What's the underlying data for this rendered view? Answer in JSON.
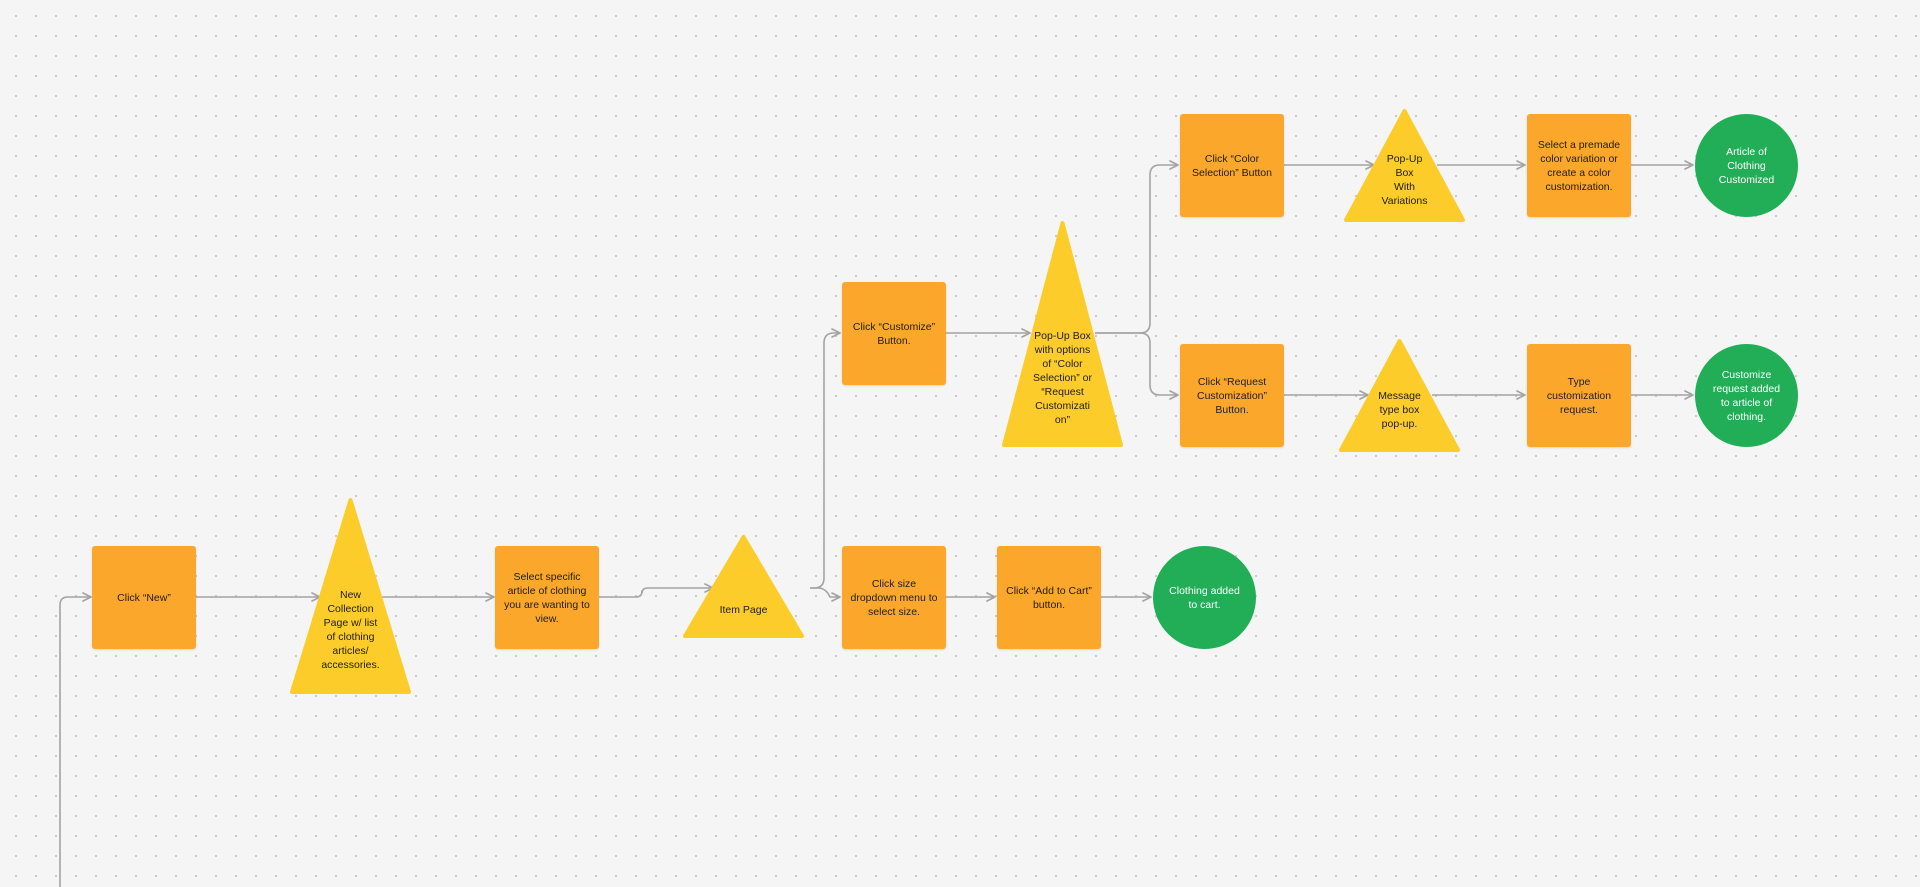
{
  "diagram": {
    "nodes": {
      "click_new": "Click “New”",
      "new_collection_page": "New\nCollection\nPage w/ list\nof clothing\narticles/\naccessories.",
      "select_article": "Select specific\narticle of clothing\nyou are wanting to\nview.",
      "item_page": "Item Page",
      "click_customize": "Click “Customize”\nButton.",
      "popup_options": "Pop-Up Box\nwith options\nof “Color\nSelection” or\n“Request\nCustomizati\non”",
      "click_color_selection": "Click “Color\nSelection” Button",
      "popup_variations": "Pop-Up Box\nWith\nVariations",
      "select_premade": "Select a premade\ncolor variation or\ncreate a color\ncustomization.",
      "article_customized": "Article of\nClothing\nCustomized",
      "click_request_customization": "Click “Request\nCustomization”\nButton.",
      "message_popup": "Message\ntype box\npop-up.",
      "type_request": "Type\ncustomization\nrequest.",
      "request_added": "Customize\nrequest added\nto article of\nclothing.",
      "click_size": "Click size\ndropdown menu to\nselect size.",
      "click_add_to_cart": "Click “Add to Cart”\nbutton.",
      "clothing_added": "Clothing added\nto cart."
    },
    "colors": {
      "process": "#fba72b",
      "decision": "#fccc2a",
      "terminal": "#21ae57",
      "connector": "#a3a3a3",
      "grid_dot": "#c9c9c9"
    },
    "shapes": {
      "process": "rectangle",
      "decision": "triangle",
      "terminal": "circle"
    }
  }
}
